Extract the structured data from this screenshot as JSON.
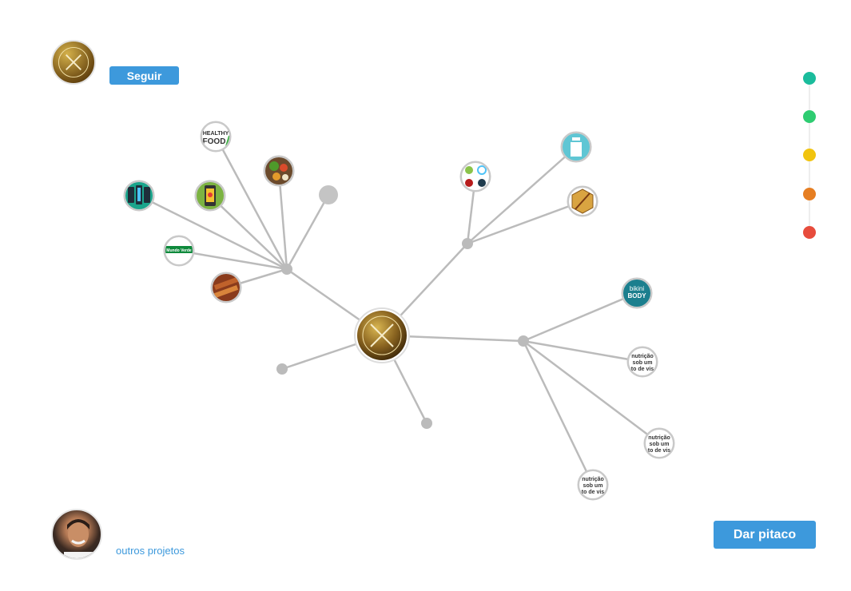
{
  "header": {
    "project_avatar_icon": "allergio-logo-icon",
    "follow_label": "Seguir"
  },
  "legend": {
    "colors": [
      "#1abc9c",
      "#2ecc71",
      "#f1c40f",
      "#e67e22",
      "#e74c3c"
    ]
  },
  "graph": {
    "center_icon": "allergio-logo-icon",
    "nodes": [
      {
        "name": "healthy-food-node",
        "label": "HEALTHY FOOD",
        "icon": "healthy-food-logo"
      },
      {
        "name": "vegetables-node",
        "icon": "vegetables-photo"
      },
      {
        "name": "empty-node-top",
        "icon": "placeholder-dot"
      },
      {
        "name": "food-app-phone-node",
        "icon": "phone-app-icon"
      },
      {
        "name": "multi-phone-app-node",
        "icon": "phones-app-icon"
      },
      {
        "name": "mundo-verde-node",
        "label": "Mundo Verde",
        "icon": "mundo-verde-logo"
      },
      {
        "name": "food-photo-node",
        "icon": "food-photo"
      },
      {
        "name": "allergen-icons-node",
        "icon": "allergen-icons"
      },
      {
        "name": "milk-bottle-node",
        "icon": "milk-bottle-icon"
      },
      {
        "name": "gluten-free-node",
        "icon": "gluten-free-icon"
      },
      {
        "name": "bikini-body-node",
        "label": "bikini BODY",
        "icon": "bikini-body-logo"
      },
      {
        "name": "nutrition-text-node-1",
        "label": "nutrição sob um to de vis",
        "icon": "text-thumbnail"
      },
      {
        "name": "nutrition-text-node-2",
        "label": "nutrição sob um to de vis",
        "icon": "text-thumbnail"
      },
      {
        "name": "nutrition-text-node-3",
        "label": "nutrição sob um to de vis",
        "icon": "text-thumbnail"
      }
    ]
  },
  "footer": {
    "user_avatar_icon": "user-avatar",
    "other_projects_label": "outros projetos",
    "pitaco_label": "Dar pitaco"
  }
}
